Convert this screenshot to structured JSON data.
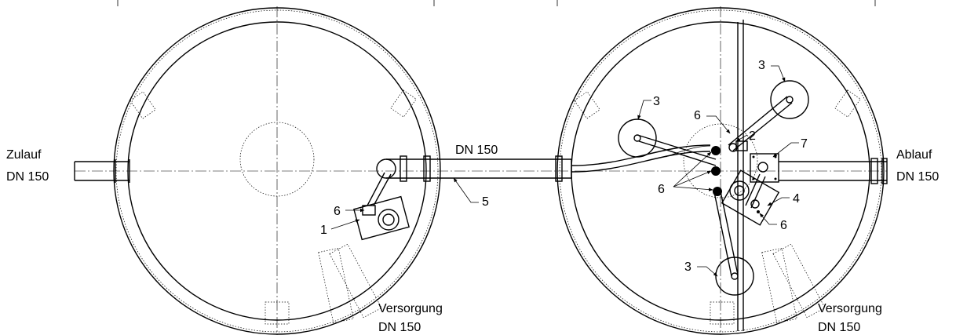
{
  "labels": {
    "inlet": [
      "Zulauf",
      "DN 150"
    ],
    "outlet": [
      "Ablauf",
      "DN 150"
    ],
    "pipe": "DN 150",
    "supply_left": [
      "Versorgung",
      "DN 150"
    ],
    "supply_right": [
      "Versorgung",
      "DN 150"
    ]
  },
  "callouts": {
    "c1": "1",
    "c2": "2",
    "c3a": "3",
    "c3b": "3",
    "c3c": "3",
    "c4": "4",
    "c5": "5",
    "c6a": "6",
    "c6b": "6",
    "c6c": "6",
    "c6d": "6",
    "c7": "7"
  }
}
